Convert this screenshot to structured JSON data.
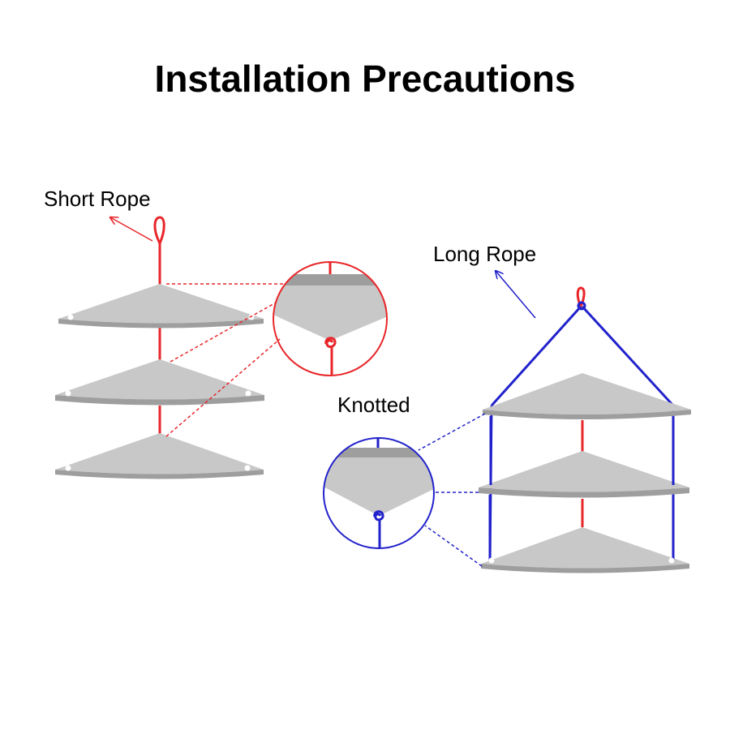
{
  "title": "Installation Precautions",
  "labels": {
    "short_rope": "Short Rope",
    "long_rope": "Long Rope",
    "knotted": "Knotted"
  },
  "colors": {
    "short_rope": "#e8262a",
    "long_rope": "#2222cc",
    "shelf_top": "#c8c8c8",
    "shelf_edge": "#9e9e9e",
    "background": "#ffffff"
  },
  "icons": {
    "hanging_loop": "loop-icon",
    "knot": "knot-icon",
    "pointer": "arrow-icon"
  }
}
